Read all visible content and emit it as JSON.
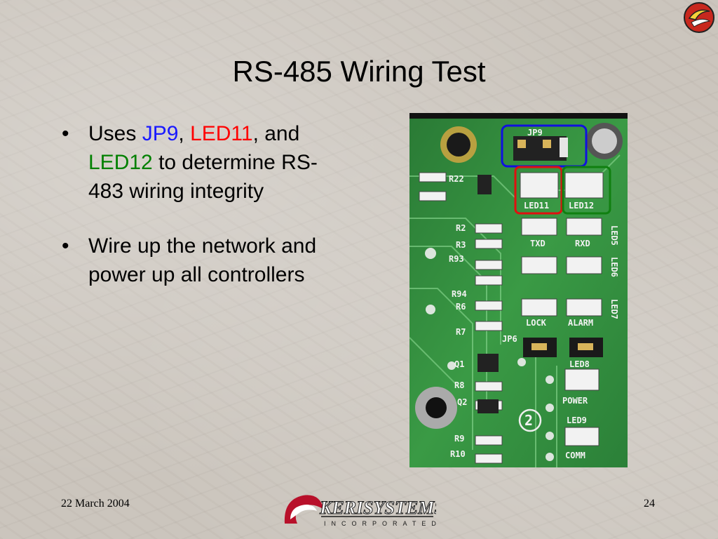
{
  "slide": {
    "title": "RS-485 Wiring Test",
    "bullets": [
      {
        "pre": "Uses ",
        "kw1": "JP9",
        "sep1": ", ",
        "kw2": "LED11",
        "sep2": ", and ",
        "kw3": "LED12",
        "post": " to determine RS-483 wiring integrity"
      },
      {
        "text": "Wire up the network and power up all controllers"
      }
    ],
    "footer": {
      "date": "22 March 2004",
      "page": "24",
      "logo_main": "KERISYSTEMS",
      "logo_sub": "INCORPORATED"
    }
  },
  "board_photo": {
    "labels": [
      "JP9",
      "LED11",
      "LED12",
      "R22",
      "R2",
      "R3",
      "R93",
      "R94",
      "R6",
      "R7",
      "TXD",
      "RXD",
      "LOCK",
      "ALARM",
      "LED5",
      "LED6",
      "LED7",
      "JP6",
      "LED8",
      "POWER",
      "LED9",
      "COMM",
      "Q1",
      "R8",
      "Q2",
      "R9",
      "R10",
      "2"
    ],
    "highlight_colors": {
      "jp9": "#1010e0",
      "led11": "#e01010",
      "led12": "#108010"
    }
  },
  "colors": {
    "jp9": "#1a1aff",
    "led11": "#ff0000",
    "led12": "#008000",
    "board": "#2f8a3c"
  },
  "icons": [
    "keri-swoosh-icon"
  ]
}
